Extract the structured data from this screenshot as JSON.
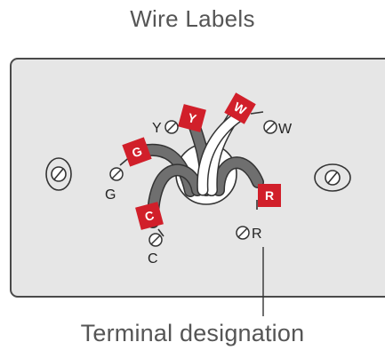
{
  "title": "Wire Labels",
  "caption": "Terminal designation",
  "colors": {
    "plate_fill": "#e6e6e6",
    "plate_stroke": "#4a4a4a",
    "tag_red": "#d11f2a",
    "wire_gray": "#6f6f6f",
    "wire_white": "#ffffff"
  },
  "wires": [
    {
      "tag": "Y",
      "terminal": "Y"
    },
    {
      "tag": "W",
      "terminal": "W"
    },
    {
      "tag": "G",
      "terminal": "G"
    },
    {
      "tag": "C",
      "terminal": "C"
    },
    {
      "tag": "R",
      "terminal": "R"
    }
  ]
}
